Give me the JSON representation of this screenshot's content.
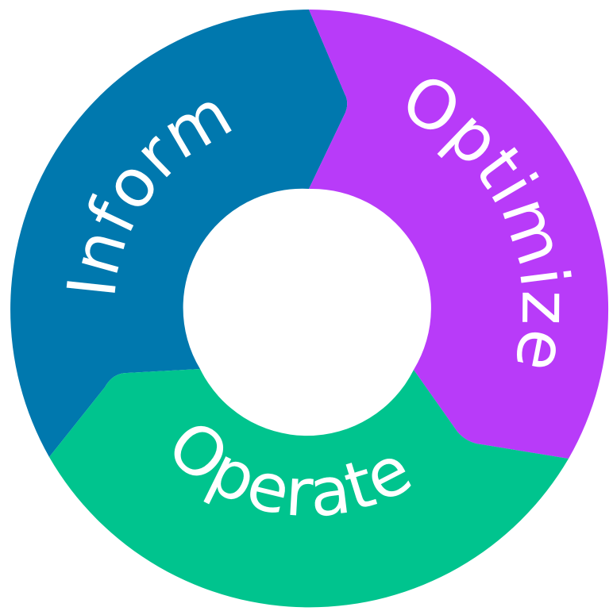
{
  "segments": [
    {
      "id": "inform",
      "label": "Inform",
      "color": "#0078AE"
    },
    {
      "id": "optimize",
      "label": "Optimize",
      "color": "#B83BF9"
    },
    {
      "id": "operate",
      "label": "Operate",
      "color": "#00C48E"
    }
  ],
  "background": "#ffffff"
}
